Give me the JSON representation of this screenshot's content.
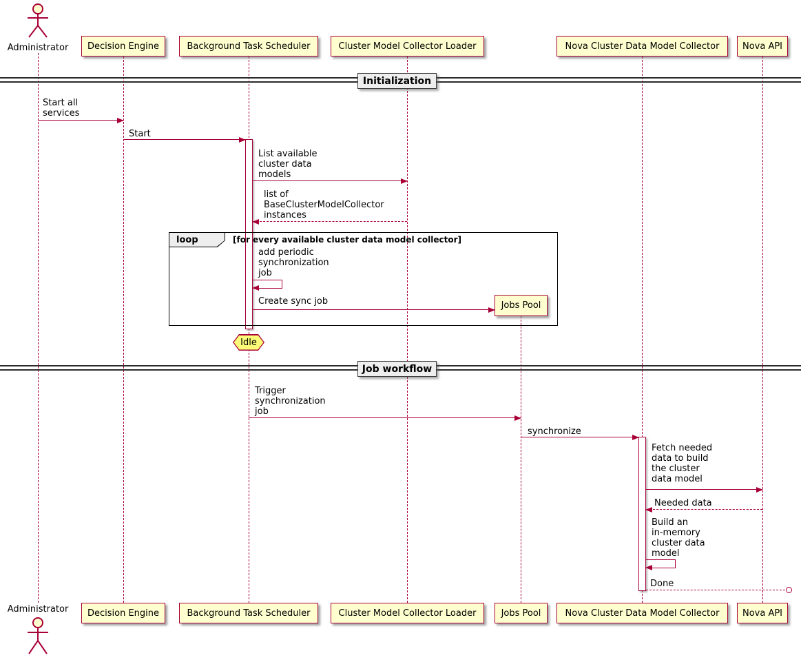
{
  "actors": {
    "top": {
      "label": "Administrator"
    },
    "bottom": {
      "label": "Administrator"
    }
  },
  "participants": {
    "top": [
      {
        "label": "Decision Engine"
      },
      {
        "label": "Background Task Scheduler"
      },
      {
        "label": "Cluster Model Collector Loader"
      },
      {
        "label": "Nova Cluster Data Model Collector"
      },
      {
        "label": "Nova API"
      }
    ],
    "created": [
      {
        "label": "Jobs Pool"
      }
    ],
    "bottom": [
      {
        "label": "Decision Engine"
      },
      {
        "label": "Background Task Scheduler"
      },
      {
        "label": "Cluster Model Collector Loader"
      },
      {
        "label": "Jobs Pool"
      },
      {
        "label": "Nova Cluster Data Model Collector"
      },
      {
        "label": "Nova API"
      }
    ]
  },
  "dividers": [
    {
      "label": "Initialization"
    },
    {
      "label": "Job workflow"
    }
  ],
  "loop_frame": {
    "keyword": "loop",
    "condition": "[for every available cluster data model collector]"
  },
  "notes": {
    "idle": "Idle"
  },
  "messages": {
    "start_all_services": "Start all\nservices",
    "start": "Start",
    "list_available_models": "List available\ncluster data\nmodels",
    "list_of_instances": "list of\nBaseClusterModelCollector\ninstances",
    "add_periodic_job": "add periodic\nsynchronization\njob",
    "create_sync_job": "Create sync job",
    "trigger_sync_job": "Trigger\nsynchronization\njob",
    "synchronize": "synchronize",
    "fetch_needed_data": "Fetch needed\ndata to build\nthe cluster\ndata model",
    "needed_data": "Needed data",
    "build_model": "Build an\nin-memory\ncluster data\nmodel",
    "done": "Done"
  },
  "colors": {
    "participant_fill": "#FEFECE",
    "stroke": "#A80036",
    "note_fill": "#FBFB77",
    "divider_fill": "#EEEEEE"
  }
}
